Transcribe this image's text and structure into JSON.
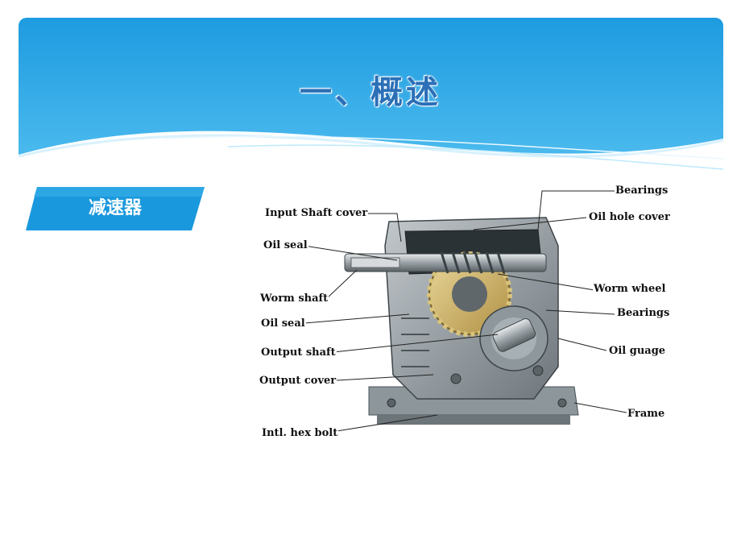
{
  "slide": {
    "title": "一、概述",
    "tag": "减速器"
  },
  "colors": {
    "header_blue_top": "#1e9be0",
    "header_blue_bottom": "#5cc6f3",
    "tag_blue": "#1a98dd"
  },
  "diagram": {
    "labels": {
      "input_shaft_cover": "Input Shaft cover",
      "oil_seal_top": "Oil seal",
      "worm_shaft": "Worm shaft",
      "oil_seal_bottom": "Oil seal",
      "output_shaft": "Output shaft",
      "output_cover": "Output cover",
      "intl_hex_bolt": "Intl. hex bolt",
      "bearings_top": "Bearings",
      "oil_hole_cover": "Oil hole cover",
      "worm_wheel": "Worm wheel",
      "bearings_mid": "Bearings",
      "oil_guage": "Oil guage",
      "frame": "Frame"
    }
  }
}
